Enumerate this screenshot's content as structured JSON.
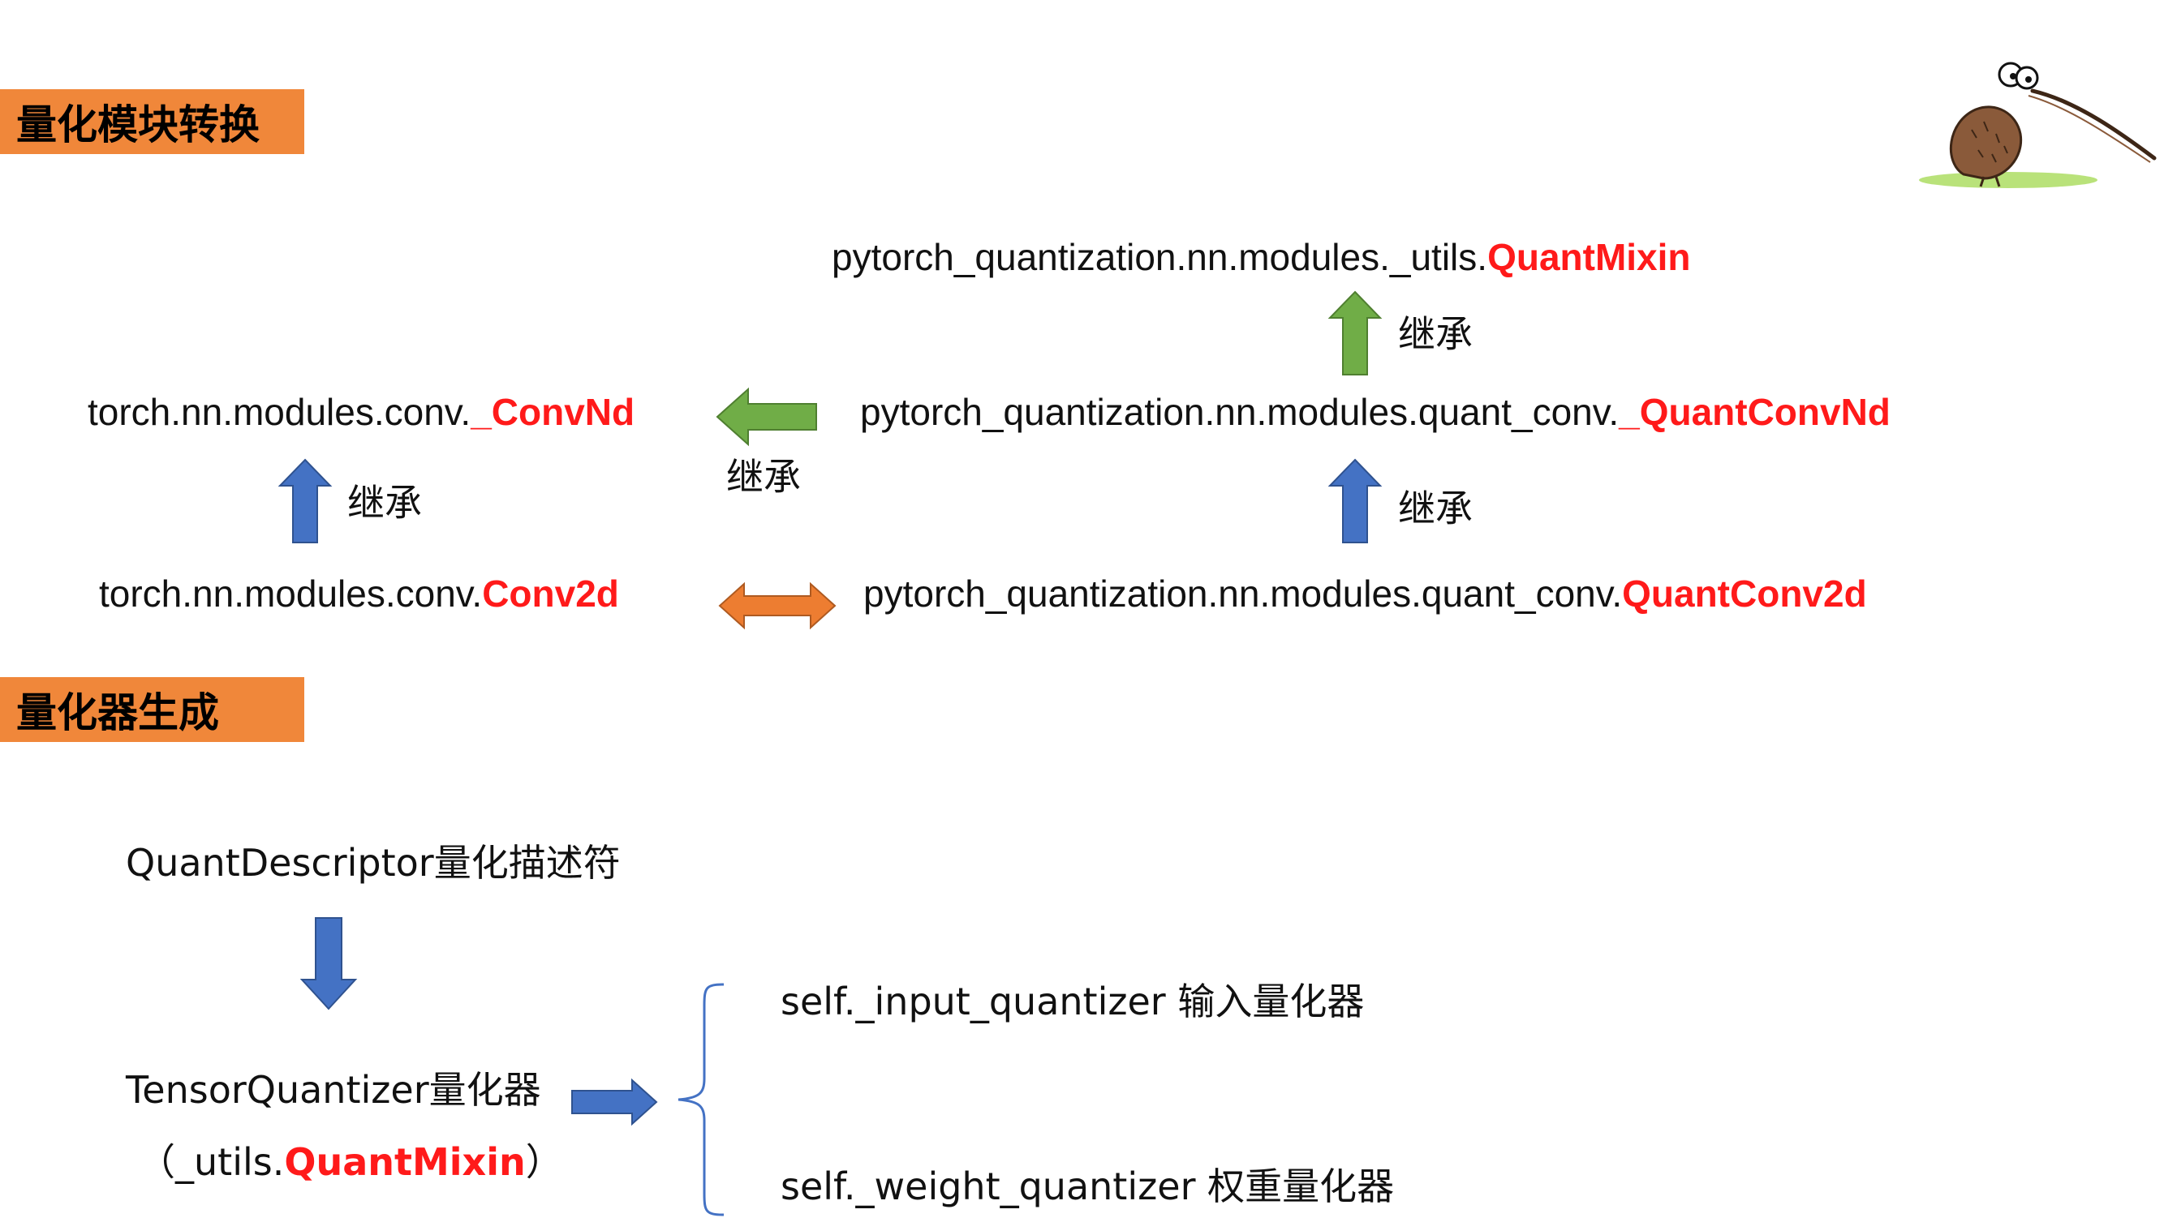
{
  "sections": {
    "module_convert": "量化模块转换",
    "quantizer_gen": "量化器生成"
  },
  "inherit_label": "继承",
  "nodes": {
    "quant_mixin": {
      "prefix": "pytorch_quantization.nn.modules._utils.",
      "highlight": "QuantMixin"
    },
    "quant_convnd": {
      "prefix": "pytorch_quantization.nn.modules.quant_conv.",
      "highlight": "_QuantConvNd"
    },
    "torch_convnd": {
      "prefix": "torch.nn.modules.conv.",
      "highlight": "_ConvNd"
    },
    "torch_conv2d": {
      "prefix": "torch.nn.modules.conv.",
      "highlight": "Conv2d"
    },
    "quant_conv2d": {
      "prefix": "pytorch_quantization.nn.modules.quant_conv.",
      "highlight": "QuantConv2d"
    }
  },
  "quantizer": {
    "descriptor": "QuantDescriptor量化描述符",
    "tensor_quantizer": "TensorQuantizer量化器",
    "utils_open": "（_utils.",
    "utils_highlight": "QuantMixin",
    "utils_close": "）",
    "input_quantizer": "self._input_quantizer  输入量化器",
    "weight_quantizer": "self._weight_quantizer  权重量化器"
  },
  "colors": {
    "section_bg": "#f0873a",
    "highlight": "#ff1a1a",
    "arrow_blue": "#4472c4",
    "arrow_green": "#70ad47",
    "arrow_orange": "#ed7d31"
  },
  "icons": {
    "mascot": "kiwi-bird-icon"
  }
}
